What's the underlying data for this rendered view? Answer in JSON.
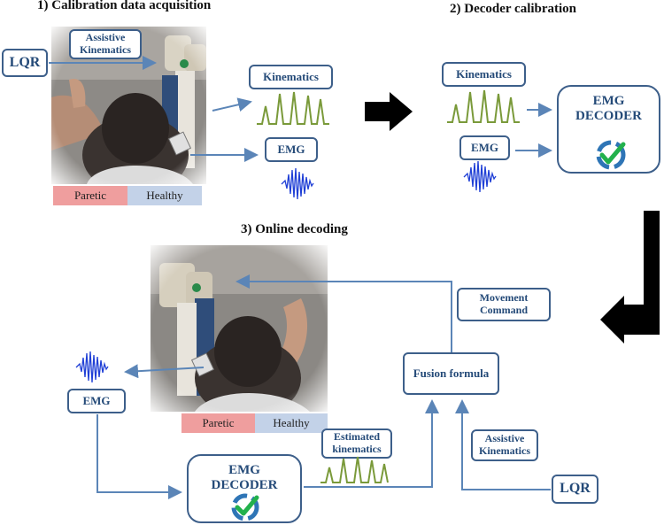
{
  "titles": {
    "step1": "1) Calibration data acquisition",
    "step2": "2) Decoder calibration",
    "step3": "3) Online decoding"
  },
  "step1": {
    "lqr": "LQR",
    "assistive": "Assistive Kinematics",
    "kinematics": "Kinematics",
    "emg": "EMG",
    "paretic": "Paretic",
    "healthy": "Healthy"
  },
  "step2": {
    "kinematics": "Kinematics",
    "emg": "EMG",
    "decoder": "EMG DECODER"
  },
  "step3": {
    "movement": "Movement Command",
    "fusion": "Fusion formula",
    "emg": "EMG",
    "estimated": "Estimated kinematics",
    "assistive": "Assistive Kinematics",
    "lqr": "LQR",
    "decoder": "EMG DECODER",
    "paretic": "Paretic",
    "healthy": "Healthy"
  },
  "colors": {
    "box_border": "#3d5f8a",
    "text": "#244a78",
    "connector": "#5b85b7",
    "kinematics_signal": "#7a9a3a",
    "emg_signal": "#1f3fd6",
    "paretic": "#ef9e9e",
    "healthy": "#c3d2e8",
    "check": "#22b14c",
    "cycle": "#2e75b6"
  },
  "icons": [
    "decoder-cycle-check-icon",
    "photo-patient-robot",
    "kinematics-waveform",
    "emg-waveform",
    "big-right-arrow",
    "big-down-left-arrow"
  ]
}
